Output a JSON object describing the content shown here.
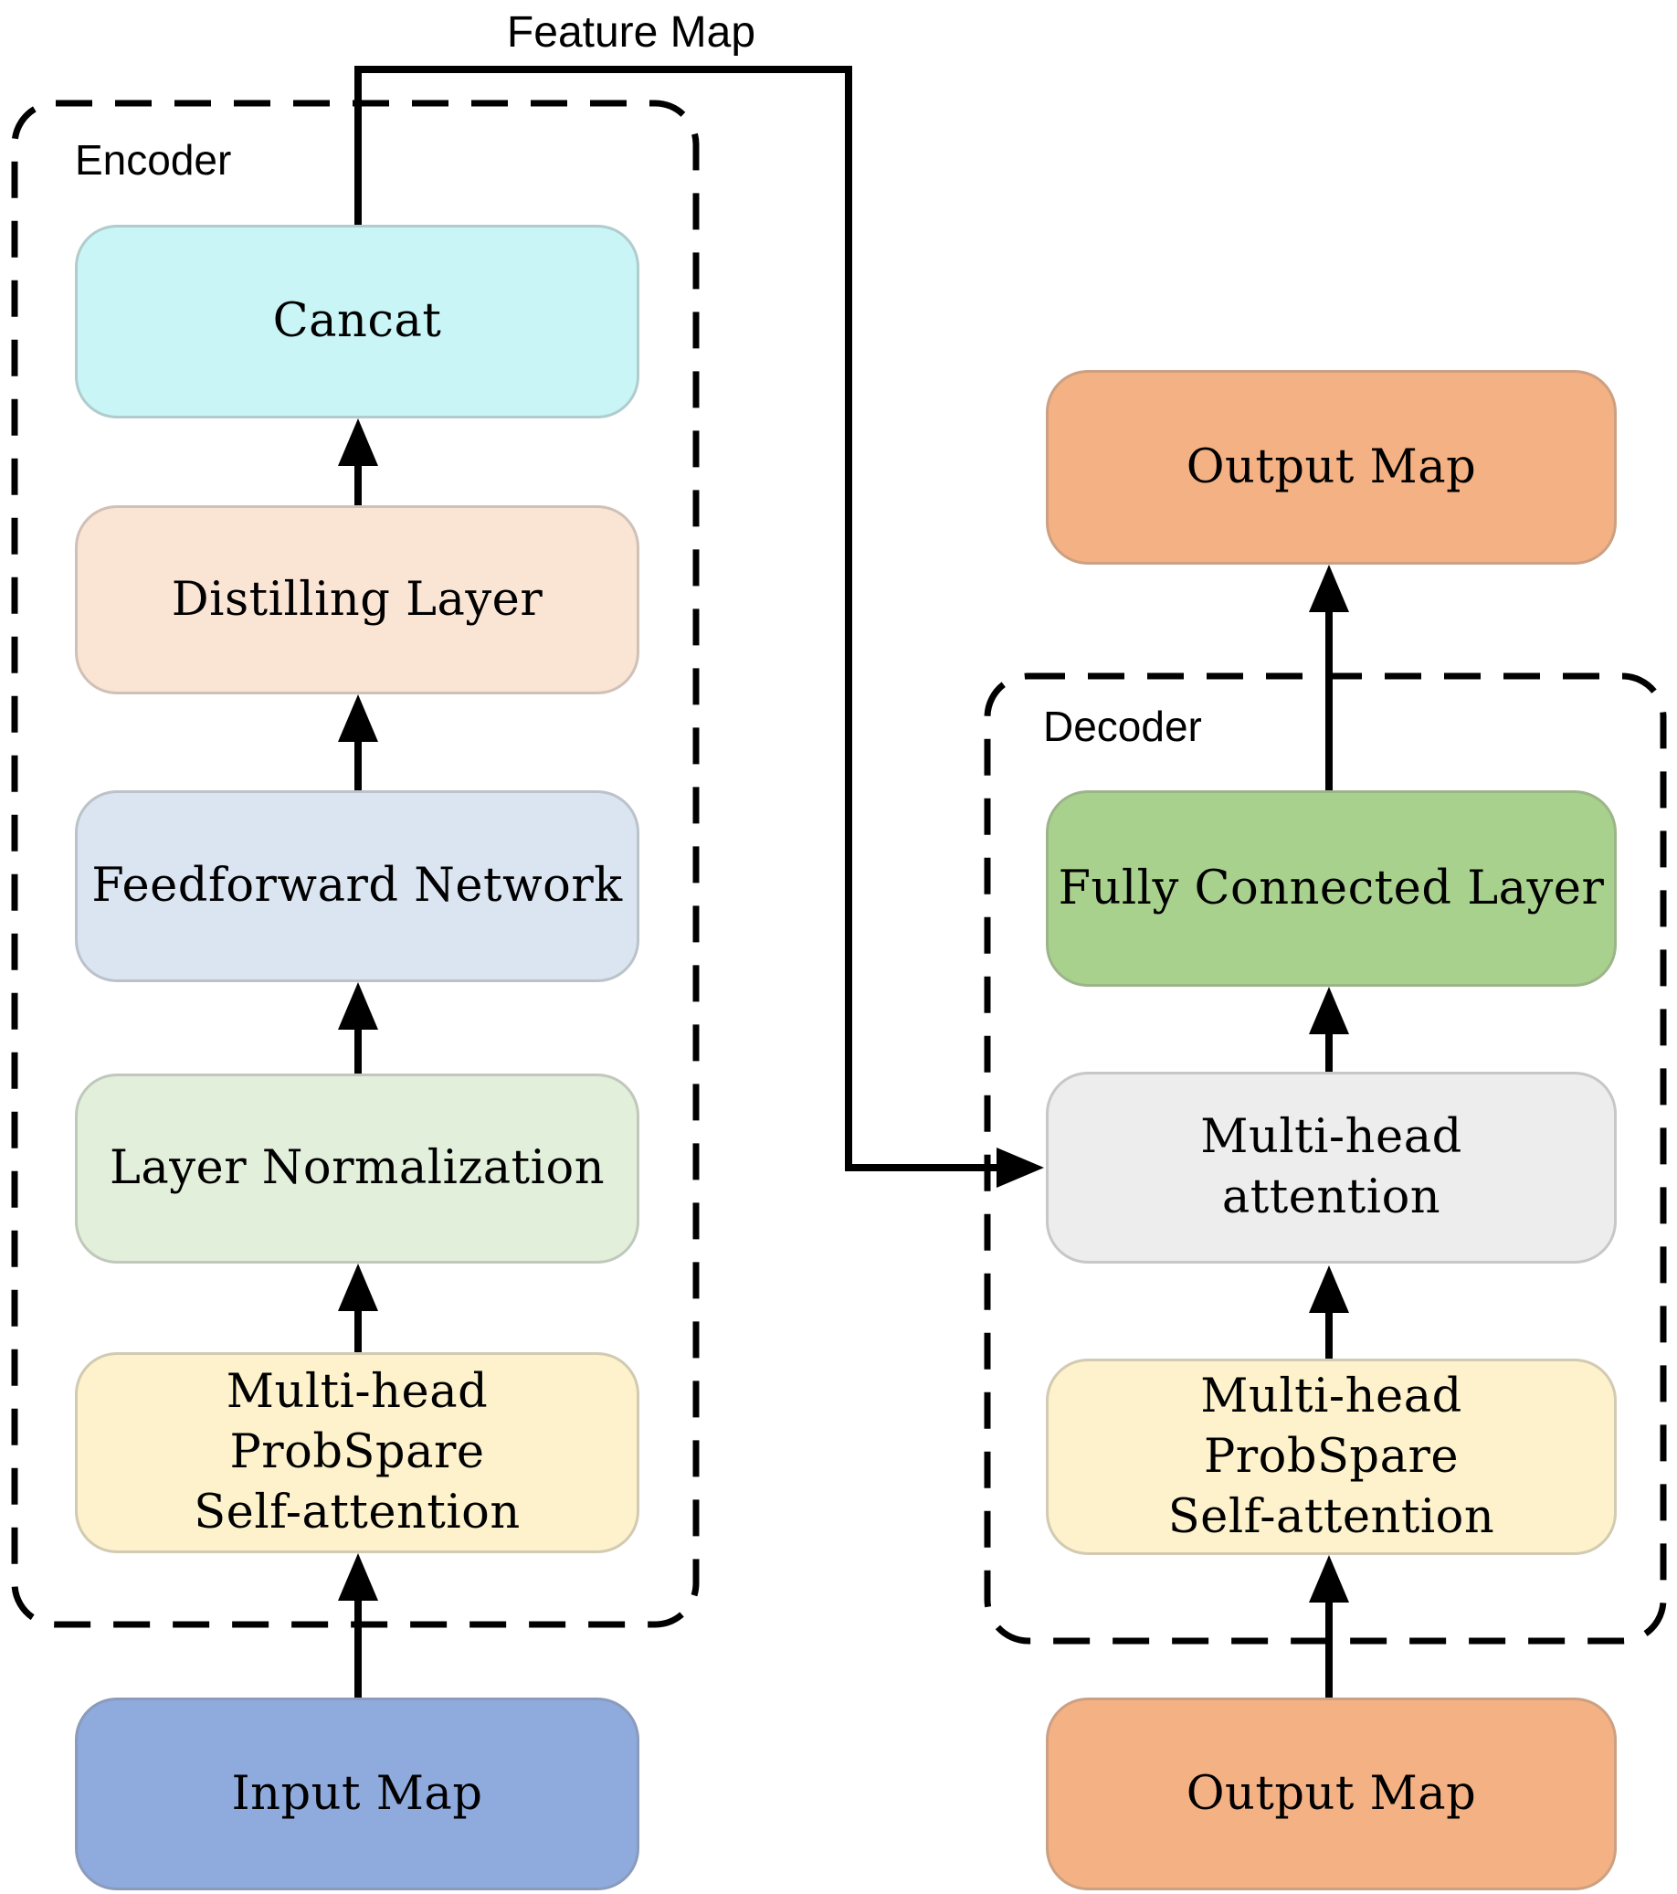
{
  "labels": {
    "feature_map": "Feature Map",
    "encoder": "Encoder",
    "decoder": "Decoder"
  },
  "colors": {
    "line": "#000000",
    "concat": "#C9F5F6",
    "distilling": "#FAE4D4",
    "feedforward": "#DBE5F1",
    "layer_norm": "#E2EFDA",
    "probsparse_yellow": "#FDF2CC",
    "mh_attention_gray": "#EDEDED",
    "fully_connected_green": "#A9D18E",
    "input_map_blue": "#8FAADC",
    "output_map_orange": "#F4B183"
  },
  "encoder": {
    "concat": {
      "label": "Cancat"
    },
    "distilling": {
      "label": "Distilling Layer"
    },
    "feedforward": {
      "label": "Feedforward Network"
    },
    "layer_norm": {
      "label": "Layer Normalization"
    },
    "probsparse": {
      "line1": "Multi-head",
      "line2": "ProbSpare",
      "line3": "Self-attention"
    }
  },
  "decoder": {
    "fully_connected": {
      "label": "Fully Connected Layer"
    },
    "mh_attention": {
      "line1": "Multi-head",
      "line2": "attention"
    },
    "probsparse": {
      "line1": "Multi-head",
      "line2": "ProbSpare",
      "line3": "Self-attention"
    }
  },
  "io": {
    "input_map": {
      "label": "Input Map"
    },
    "output_map_top": {
      "label": "Output Map"
    },
    "output_map_bottom": {
      "label": "Output Map"
    }
  }
}
